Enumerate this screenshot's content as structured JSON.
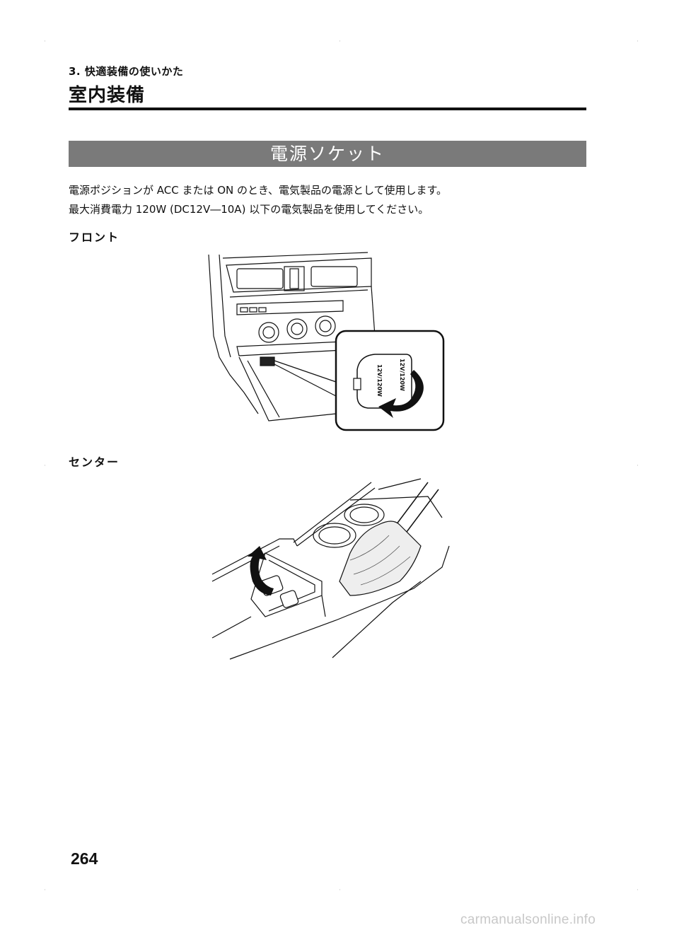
{
  "header": {
    "chapter": "3. 快適装備の使いかた",
    "section_title": "室内装備"
  },
  "banner": {
    "title": "電源ソケット"
  },
  "body": {
    "line1": "電源ポジションが ACC または ON のとき、電気製品の電源として使用します。",
    "line2": "最大消費電力 120W (DC12V―10A) 以下の電気製品を使用してください。"
  },
  "subsections": {
    "front": "フロント",
    "center": "センター"
  },
  "figure_front": {
    "socket_label_1": "12V/120W",
    "socket_label_2": "12V/120W"
  },
  "footer": {
    "page_number": "264",
    "watermark": "carmanualsonline.info"
  },
  "colors": {
    "banner": "#7a7a7a",
    "rule": "#111111"
  }
}
